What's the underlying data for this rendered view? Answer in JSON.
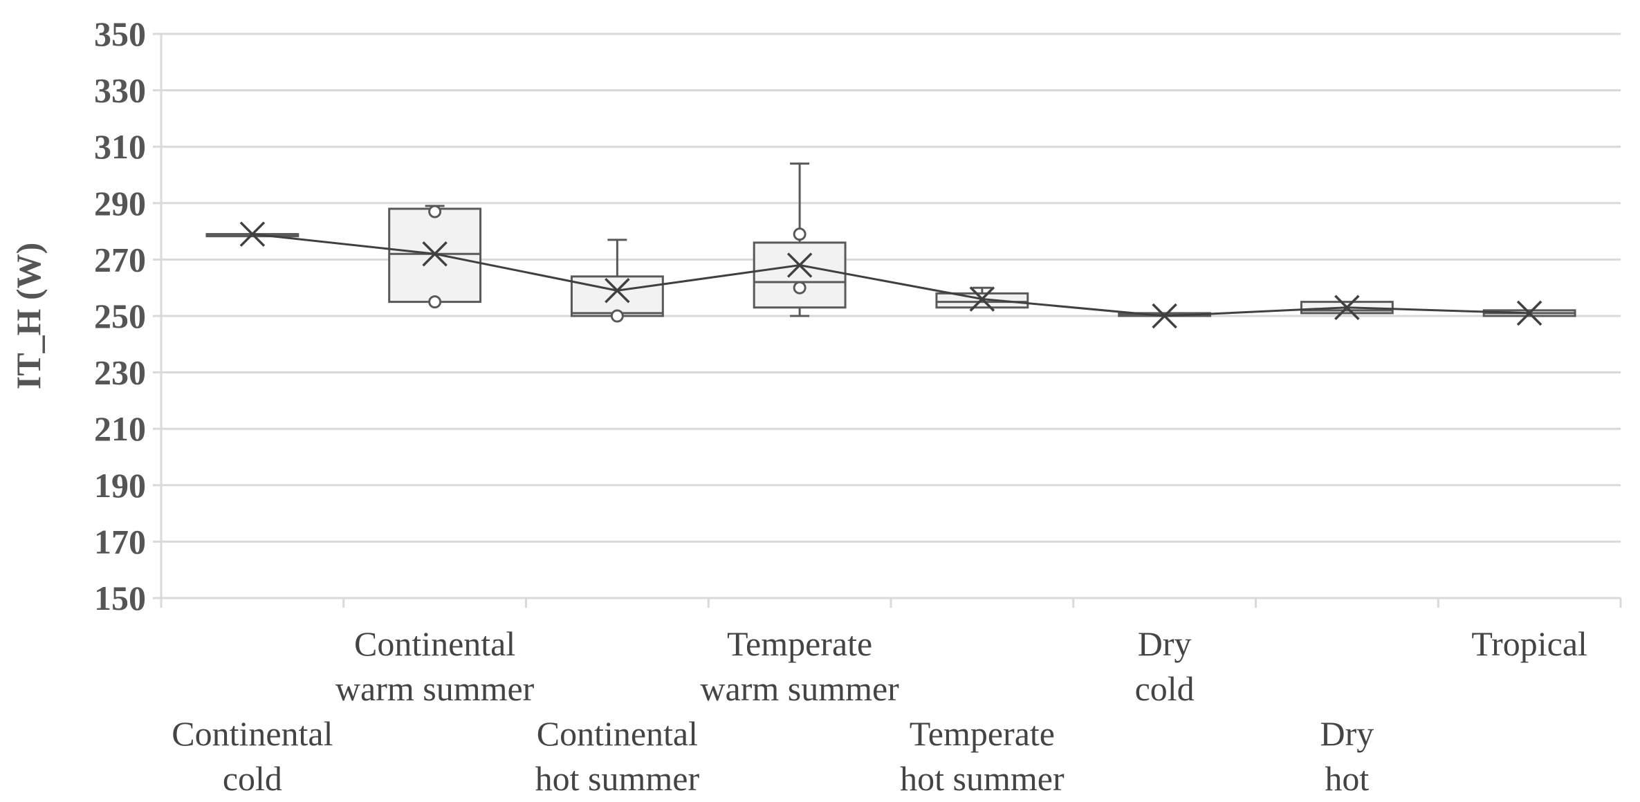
{
  "chart_data": {
    "type": "box",
    "ylabel": "IT_H (W)",
    "ylim": [
      150,
      350
    ],
    "yticks": [
      150,
      170,
      190,
      210,
      230,
      250,
      270,
      290,
      310,
      330,
      350
    ],
    "grid": true,
    "categories": [
      {
        "label": [
          "Continental",
          "cold"
        ],
        "row": "lower",
        "min": 279,
        "q1": 279,
        "median": 279,
        "q3": 279,
        "max": 279,
        "mean": 279,
        "outliers": []
      },
      {
        "label": [
          "Continental",
          "warm summer"
        ],
        "row": "upper",
        "min": 255,
        "q1": 255,
        "median": 272,
        "q3": 288,
        "max": 289,
        "mean": 272,
        "outliers": [
          287,
          255
        ]
      },
      {
        "label": [
          "Continental",
          "hot summer"
        ],
        "row": "lower",
        "min": 250,
        "q1": 250,
        "median": 251,
        "q3": 264,
        "max": 277,
        "mean": 259,
        "outliers": [
          250
        ]
      },
      {
        "label": [
          "Temperate",
          "warm summer"
        ],
        "row": "upper",
        "min": 250,
        "q1": 253,
        "median": 262,
        "q3": 276,
        "max": 304,
        "mean": 268,
        "outliers": [
          279,
          260
        ]
      },
      {
        "label": [
          "Temperate",
          "hot summer"
        ],
        "row": "lower",
        "min": 253,
        "q1": 253,
        "median": 255,
        "q3": 258,
        "max": 260,
        "mean": 256,
        "outliers": []
      },
      {
        "label": [
          "Dry",
          "cold"
        ],
        "row": "upper",
        "min": 250,
        "q1": 250,
        "median": 250.5,
        "q3": 251,
        "max": 251,
        "mean": 250,
        "outliers": []
      },
      {
        "label": [
          "Dry",
          "hot"
        ],
        "row": "lower",
        "min": 251,
        "q1": 251,
        "median": 252,
        "q3": 255,
        "max": 255,
        "mean": 253,
        "outliers": []
      },
      {
        "label": [
          "Tropical"
        ],
        "row": "upper",
        "min": 250,
        "q1": 250,
        "median": 251,
        "q3": 252,
        "max": 252,
        "mean": 251,
        "outliers": []
      }
    ]
  }
}
